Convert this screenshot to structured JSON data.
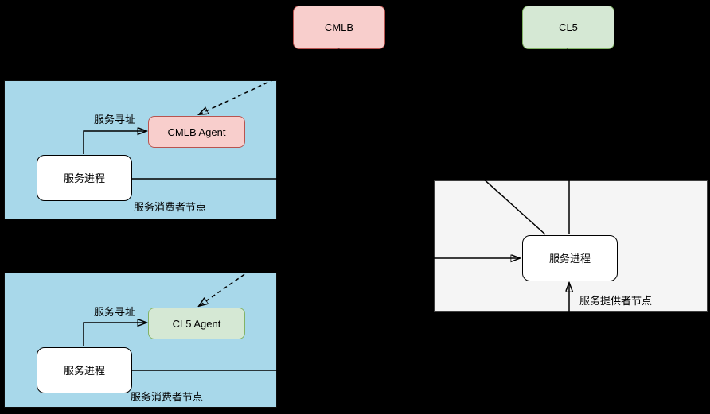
{
  "diagram": {
    "registry_nodes": {
      "cmlb": {
        "label": "CMLB"
      },
      "cl5": {
        "label": "CL5"
      }
    },
    "consumer_node_1": {
      "title": "服务消费者节点",
      "agent_label": "CMLB Agent",
      "process_label": "服务进程",
      "addressing_label": "服务寻址"
    },
    "consumer_node_2": {
      "title": "服务消费者节点",
      "agent_label": "CL5 Agent",
      "process_label": "服务进程",
      "addressing_label": "服务寻址"
    },
    "provider_node": {
      "title": "服务提供者节点",
      "process_label": "服务进程"
    }
  },
  "colors": {
    "canvas_bg": "#000000",
    "consumer_fill": "#A8D8EA",
    "consumer_stroke": "#0c0c0c",
    "provider_fill": "#F5F5F5",
    "provider_stroke": "#3f3f3f",
    "pink_fill": "#F8CECC",
    "pink_stroke": "#B85450",
    "green_fill": "#D5E8D4",
    "green_stroke": "#82B366",
    "process_fill": "#FFFFFF",
    "process_stroke": "#000000",
    "line_color": "#000000",
    "text_color": "#000000"
  }
}
